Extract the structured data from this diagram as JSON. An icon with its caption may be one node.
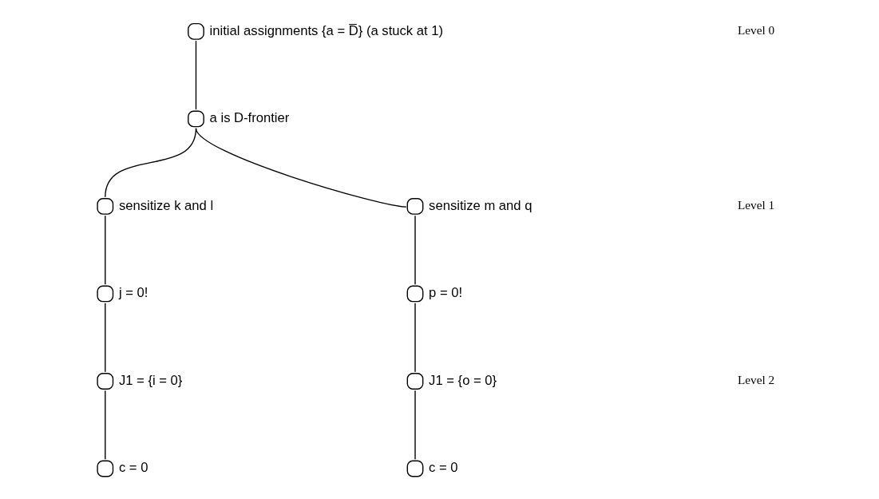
{
  "diagram": {
    "nodes": [
      {
        "text": [],
        "shape": "circle",
        "beside": [
          "initial assignments {a = D̅} (a stuck at 1)"
        ]
      },
      {
        "text": [],
        "shape": "circle",
        "beside": [
          "a is D-frontier"
        ]
      },
      {
        "text": [],
        "shape": "circle",
        "beside": [
          "sensitize k and l"
        ]
      },
      {
        "text": [],
        "shape": "circle",
        "beside": [
          "j = 0!"
        ]
      },
      {
        "text": [],
        "shape": "circle",
        "beside": [
          "J1 = {i = 0}"
        ]
      },
      {
        "text": [],
        "shape": "circle",
        "beside": [
          "c = 0"
        ]
      },
      {
        "text": [],
        "shape": "circle",
        "beside": [
          "sensitize m and q"
        ]
      },
      {
        "text": [],
        "shape": "circle",
        "beside": [
          "p = 0!"
        ]
      },
      {
        "text": [],
        "shape": "circle",
        "beside": [
          "J1 = {o = 0}"
        ]
      },
      {
        "text": [],
        "shape": "circle",
        "beside": [
          "c = 0"
        ]
      }
    ],
    "edges": [
      {
        "from": 0,
        "to": 1,
        "arrow": "none"
      },
      {
        "from": 1,
        "to": 2,
        "arrow": "none"
      },
      {
        "from": 1,
        "to": 6,
        "arrow": "none"
      },
      {
        "from": 2,
        "to": 3,
        "arrow": "none"
      },
      {
        "from": 3,
        "to": 4,
        "arrow": "none"
      },
      {
        "from": 4,
        "to": 5,
        "arrow": "none"
      },
      {
        "from": 6,
        "to": 7,
        "arrow": "none"
      },
      {
        "from": 7,
        "to": 8,
        "arrow": "none"
      },
      {
        "from": 8,
        "to": 9,
        "arrow": "none"
      }
    ],
    "labels": [
      "Level 0",
      "Level 1",
      "Level 2"
    ]
  }
}
